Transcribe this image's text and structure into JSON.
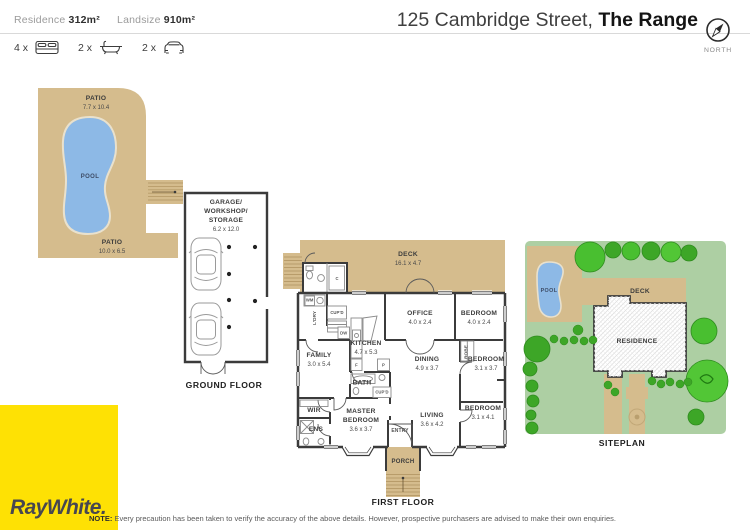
{
  "header": {
    "residence_label": "Residence",
    "residence_value": "312m²",
    "landsize_label": "Landsize",
    "landsize_value": "910m²",
    "title_regular": "125 Cambridge Street, ",
    "title_bold": "The Range",
    "features": [
      {
        "count": "4 x",
        "icon": "bed-icon"
      },
      {
        "count": "2 x",
        "icon": "bath-icon"
      },
      {
        "count": "2 x",
        "icon": "car-icon"
      }
    ]
  },
  "compass": {
    "label": "NORTH"
  },
  "ground_floor": {
    "title": "GROUND FLOOR",
    "patio_top_label": "PATIO",
    "patio_top_dims": "7.7 x 10.4",
    "pool_label": "POOL",
    "patio_bottom_label": "PATIO",
    "patio_bottom_dims": "10.0 x 6.5",
    "garage_line1": "GARAGE/",
    "garage_line2": "WORKSHOP/",
    "garage_line3": "STORAGE",
    "garage_dims": "6.2 x 12.0"
  },
  "first_floor": {
    "title": "FIRST FLOOR",
    "deck_label": "DECK",
    "deck_dims": "16.1 x 4.7",
    "office_label": "OFFICE",
    "office_dims": "4.0 x 2.4",
    "bedroom1_label": "BEDROOM",
    "bedroom1_dims": "4.0 x 2.4",
    "ldry_label": "L'DRY",
    "cupd1_label": "CUP'D",
    "wm_label": "WM",
    "c_label": "C",
    "dw_label": "DW",
    "kitchen_label": "KITCHEN",
    "kitchen_dims": "4.7 x 5.3",
    "f_label": "F",
    "p_label": "P",
    "family_label": "FAMILY",
    "family_dims": "3.0 x 5.4",
    "dining_label": "DINING",
    "dining_dims": "4.9 x 3.7",
    "robe_label": "ROBE",
    "bedroom2_label": "BEDROOM",
    "bedroom2_dims": "3.1 x 3.7",
    "bath_label": "BATH",
    "cupd2_label": "CUP'D",
    "wir_label": "WIR",
    "ens_label": "ENS",
    "master_label1": "MASTER",
    "master_label2": "BEDROOM",
    "master_dims": "3.6 x 3.7",
    "entry_label": "ENTRY",
    "living_label": "LIVING",
    "living_dims": "3.6 x 4.2",
    "bedroom3_label": "BEDROOM",
    "bedroom3_dims": "3.1 x 4.1",
    "porch_label": "PORCH"
  },
  "siteplan": {
    "title": "SITEPLAN",
    "pool_label": "POOL",
    "deck_label": "DECK",
    "residence_label": "RESIDENCE"
  },
  "branding": {
    "logo_text": "RayWhite."
  },
  "footer": {
    "note_label": "NOTE:",
    "note_text": " Every precaution has been taken to verify the accuracy of the above details. However, prospective purchasers are advised to make their own enquiries."
  },
  "colors": {
    "paving_tan": "#d5bc8d",
    "pool_blue": "#8db9e6",
    "lawn_green": "#adcfa3",
    "tree_green": "#49bf30",
    "wall_dark": "#3b3b3b",
    "brand_yellow": "#fee104",
    "logo_text": "#474750"
  }
}
